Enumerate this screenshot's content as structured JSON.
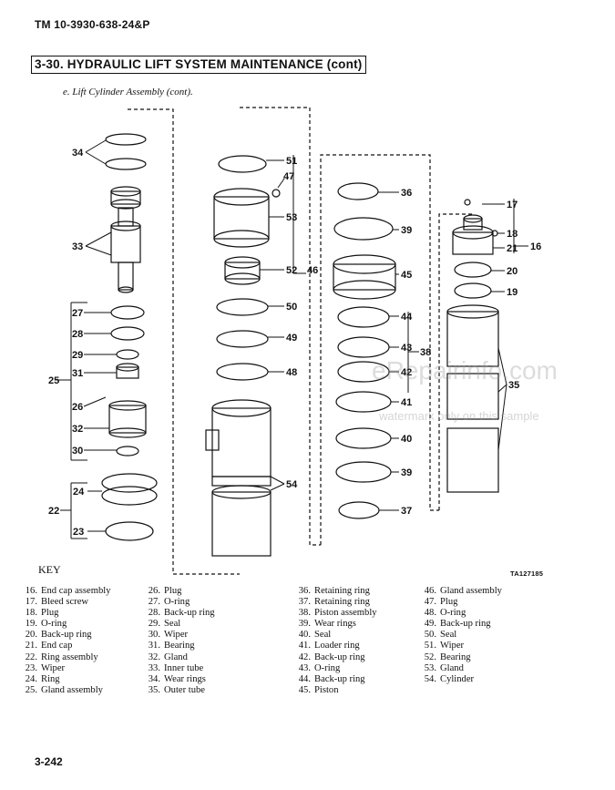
{
  "header": {
    "tm_number": "TM 10-3930-638-24&P"
  },
  "section": {
    "title": "3-30. HYDRAULIC LIFT SYSTEM MAINTENANCE (cont)"
  },
  "subtitle": "e.  Lift Cylinder Assembly (cont).",
  "callouts": [
    "34",
    "33",
    "27",
    "28",
    "29",
    "31",
    "25",
    "26",
    "32",
    "30",
    "24",
    "22",
    "23",
    "51",
    "47",
    "53",
    "52",
    "46",
    "50",
    "49",
    "48",
    "54",
    "36",
    "39",
    "45",
    "44",
    "43",
    "38",
    "42",
    "41",
    "40",
    "37",
    "17",
    "18",
    "21",
    "16",
    "20",
    "19",
    "35"
  ],
  "key": {
    "label": "KEY",
    "figure_id": "TA127185",
    "columns": [
      [
        {
          "n": "16.",
          "t": "End cap assembly"
        },
        {
          "n": "17.",
          "t": "Bleed screw"
        },
        {
          "n": "18.",
          "t": "Plug"
        },
        {
          "n": "19.",
          "t": "O-ring"
        },
        {
          "n": "20.",
          "t": "Back-up ring"
        },
        {
          "n": "21.",
          "t": "End cap"
        },
        {
          "n": "22.",
          "t": "Ring assembly"
        },
        {
          "n": "23.",
          "t": "Wiper"
        },
        {
          "n": "24.",
          "t": "Ring"
        },
        {
          "n": "25.",
          "t": "Gland assembly"
        }
      ],
      [
        {
          "n": "26.",
          "t": "Plug"
        },
        {
          "n": "27.",
          "t": "O-ring"
        },
        {
          "n": "28.",
          "t": "Back-up ring"
        },
        {
          "n": "29.",
          "t": "Seal"
        },
        {
          "n": "30.",
          "t": "Wiper"
        },
        {
          "n": "31.",
          "t": "Bearing"
        },
        {
          "n": "32.",
          "t": "Gland"
        },
        {
          "n": "33.",
          "t": "Inner tube"
        },
        {
          "n": "34.",
          "t": "Wear rings"
        },
        {
          "n": "35.",
          "t": "Outer tube"
        }
      ],
      [
        {
          "n": "36.",
          "t": "Retaining ring"
        },
        {
          "n": "37.",
          "t": "Retaining ring"
        },
        {
          "n": "38.",
          "t": "Piston assembly"
        },
        {
          "n": "39.",
          "t": "Wear rings"
        },
        {
          "n": "40.",
          "t": "Seal"
        },
        {
          "n": "41.",
          "t": "Loader ring"
        },
        {
          "n": "42.",
          "t": "Back-up ring"
        },
        {
          "n": "43.",
          "t": "O-ring"
        },
        {
          "n": "44.",
          "t": "Back-up ring"
        },
        {
          "n": "45.",
          "t": "Piston"
        }
      ],
      [
        {
          "n": "46.",
          "t": "Gland assembly"
        },
        {
          "n": "47.",
          "t": "Plug"
        },
        {
          "n": "48.",
          "t": "O-ring"
        },
        {
          "n": "49.",
          "t": "Back-up ring"
        },
        {
          "n": "50.",
          "t": "Seal"
        },
        {
          "n": "51.",
          "t": "Wiper"
        },
        {
          "n": "52.",
          "t": "Bearing"
        },
        {
          "n": "53.",
          "t": "Gland"
        },
        {
          "n": "54.",
          "t": "Cylinder"
        }
      ]
    ]
  },
  "page_number": "3-242",
  "watermark": {
    "site": "eRepairinfo.com",
    "notice": "watermark only on this sample"
  }
}
